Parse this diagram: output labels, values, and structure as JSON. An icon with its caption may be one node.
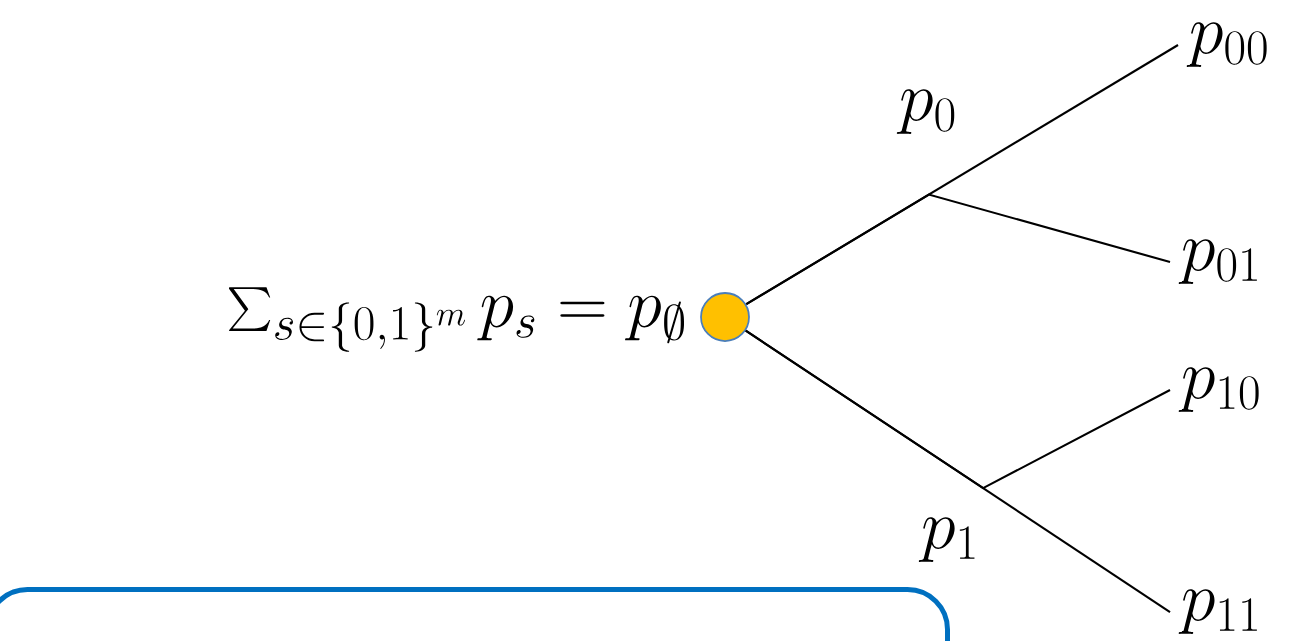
{
  "diagram": {
    "nodes": [
      {
        "text": [],
        "shape": "circle",
        "beside": [
          "\\sum_{s\\in\\{0,1\\}^m} p_s = p_\\emptyset"
        ]
      },
      {
        "text": [
          "p_{00}"
        ]
      },
      {
        "text": [
          "p_{01}"
        ]
      },
      {
        "text": [
          "p_{10}"
        ]
      },
      {
        "text": [
          "p_{11}"
        ]
      },
      {
        "text": [],
        "shape": "box"
      }
    ],
    "edges": [
      {
        "from": 0,
        "to": 1,
        "arrow": "none"
      },
      {
        "from": 0,
        "to": 2,
        "arrow": "none"
      },
      {
        "from": 0,
        "to": 3,
        "arrow": "none"
      },
      {
        "from": 0,
        "to": 4,
        "arrow": "none"
      }
    ],
    "labels": [
      "p_0",
      "p_1"
    ]
  }
}
